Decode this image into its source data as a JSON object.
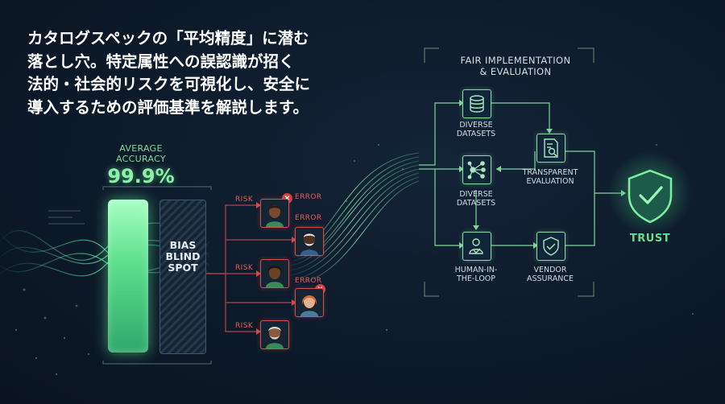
{
  "headline": {
    "lines": [
      "カタログスペックの「平均精度」に潜む",
      "落とし穴。特定属性への誤認識が招く",
      "法的・社会的リスクを可視化し、安全に",
      "導入するための評価基準を解説します。"
    ]
  },
  "accuracy": {
    "label_lines": [
      "AVERAGE",
      "ACCURACY"
    ],
    "value": "99.9%"
  },
  "bias": {
    "lines": [
      "BIAS",
      "BLIND",
      "SPOT"
    ]
  },
  "risk_tag": "RISK",
  "error_tag": "ERROR",
  "error_icon": "x-mark",
  "people": [
    {
      "status": "risk-error",
      "skin": "#7a4a30",
      "hair": "#2b1a12"
    },
    {
      "status": "error",
      "skin": "#4e3020",
      "hair": "#e5e5e5"
    },
    {
      "status": "risk",
      "skin": "#6b4228",
      "hair": "#22140c"
    },
    {
      "status": "error",
      "skin": "#e6b08a",
      "hair": "#d06a3a"
    },
    {
      "status": "risk",
      "skin": "#8a5a3a",
      "hair": "#d8d8d8"
    }
  ],
  "fair": {
    "title_lines": [
      "FAIR IMPLEMENTATION",
      "& EVALUATION"
    ],
    "nodes": [
      {
        "icon": "database-icon",
        "label_lines": [
          "DIVERSE",
          "DATASETS"
        ]
      },
      {
        "icon": "network-icon",
        "label_lines": [
          "DIVERSE",
          "DATASETS"
        ]
      },
      {
        "icon": "document-search-icon",
        "label_lines": [
          "TRANSPARENT",
          "EVALUATION"
        ]
      },
      {
        "icon": "person-check-icon",
        "label_lines": [
          "HUMAN-IN-",
          "THE-LOOP"
        ]
      },
      {
        "icon": "shield-check-icon",
        "label_lines": [
          "VENDOR",
          "ASSURANCE"
        ]
      }
    ]
  },
  "trust": {
    "label": "TRUST",
    "icon": "shield-check-icon"
  },
  "colors": {
    "accent_green": "#66e08a",
    "risk_red": "#e85a5a",
    "background": "#0d1a2a",
    "node_border": "#8fd8a8"
  }
}
